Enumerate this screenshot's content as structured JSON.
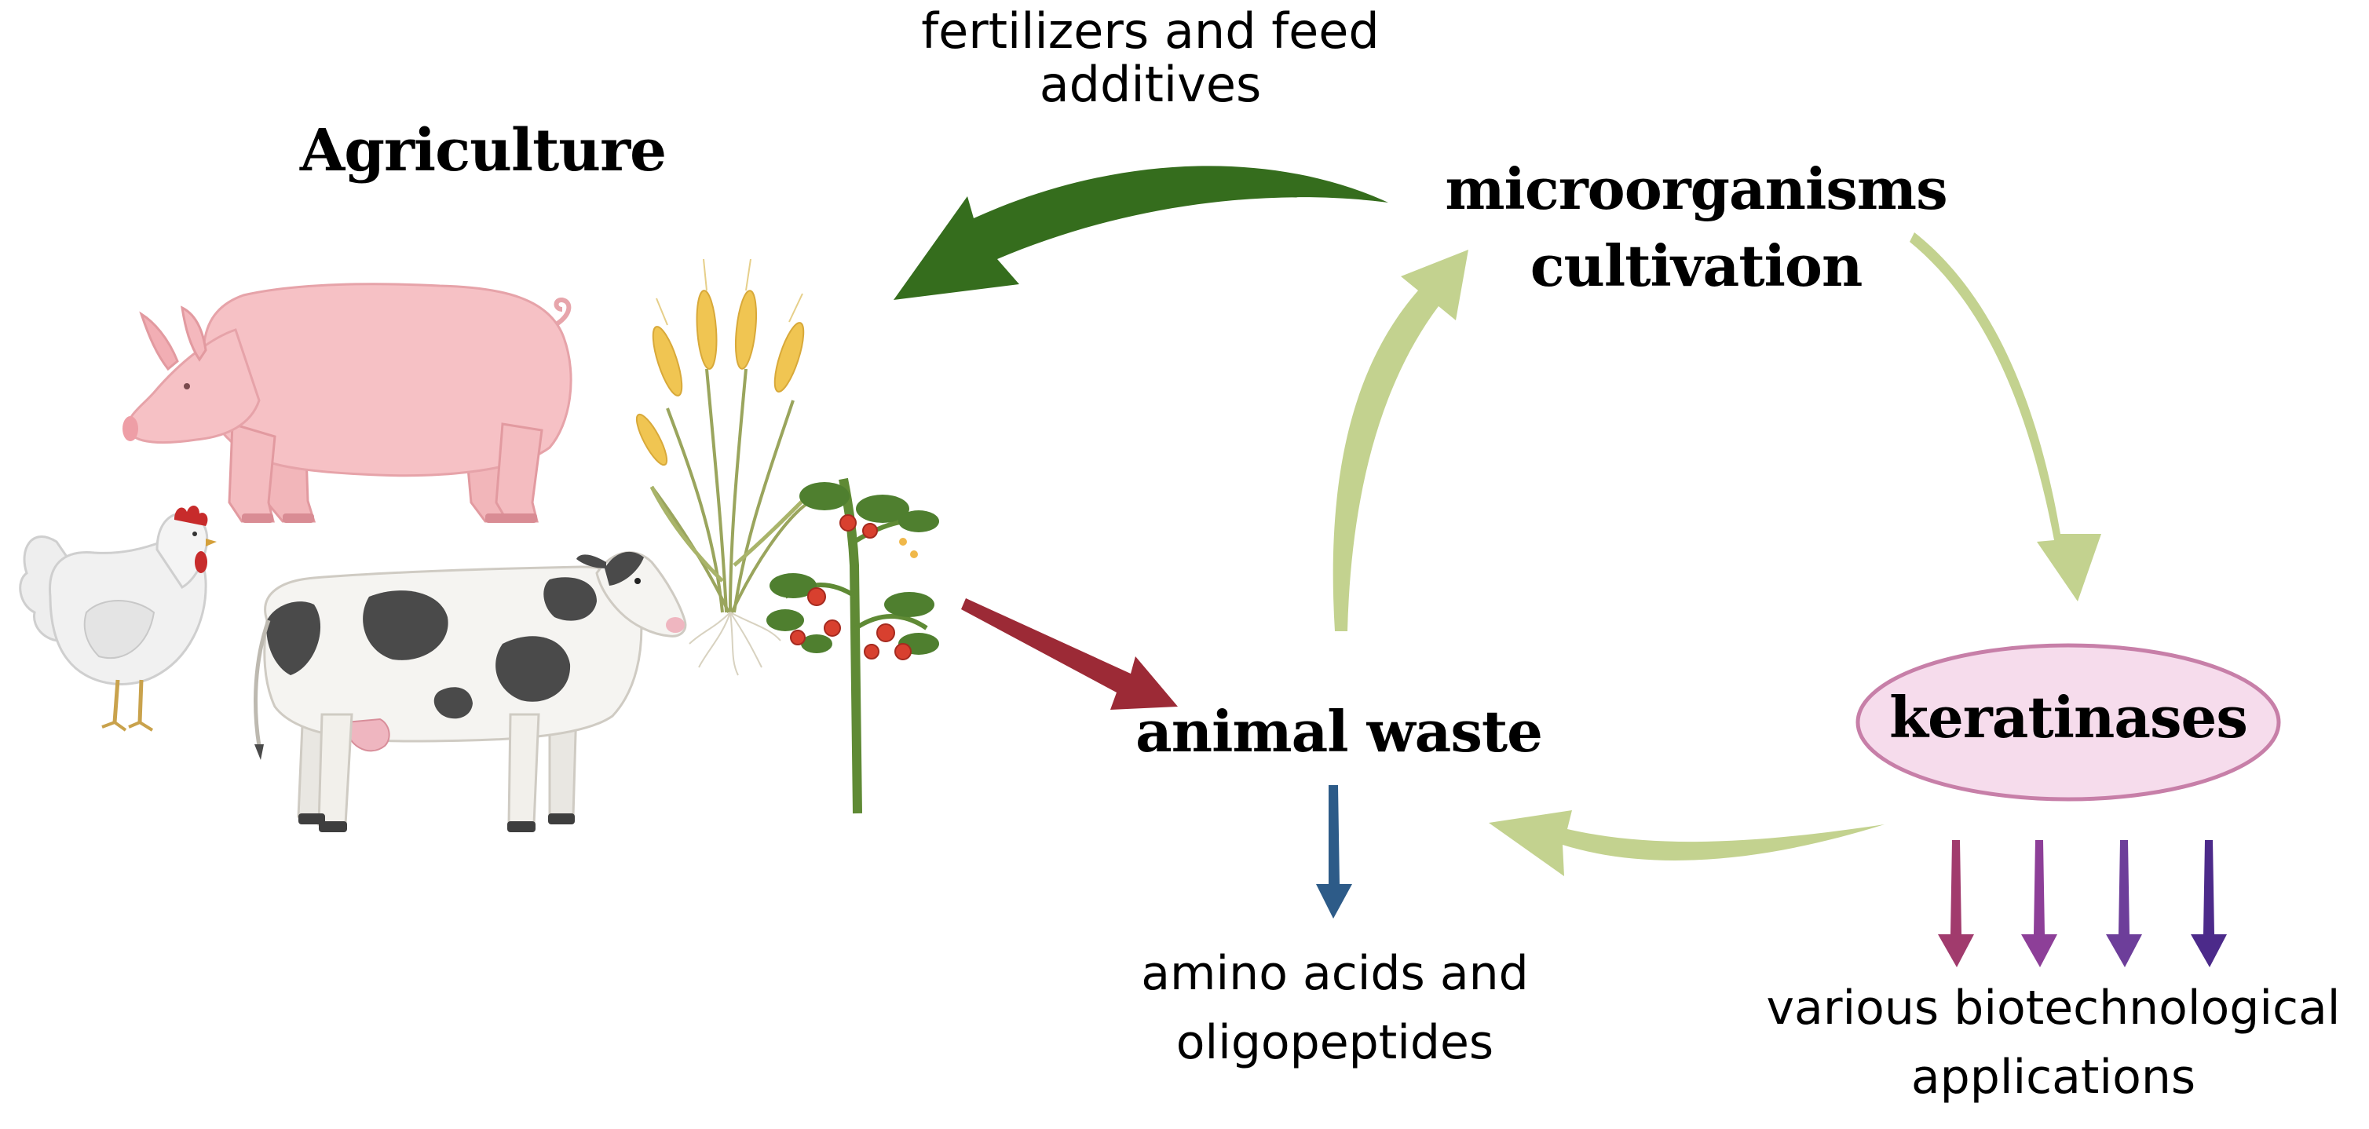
{
  "labels": {
    "agriculture": "Agriculture",
    "fertilizers": [
      "fertilizers and feed",
      "additives"
    ],
    "micro": [
      "microorganisms",
      "cultivation"
    ],
    "keratinases": "keratinases",
    "animal_waste": "animal waste",
    "amino": [
      "amino acids and",
      "oligopeptides"
    ],
    "biotech": [
      "various biotechnological",
      "applications"
    ]
  },
  "icons": [
    "pig-icon",
    "chicken-icon",
    "cow-icon",
    "wheat-icon",
    "tomato-plant-icon"
  ],
  "colors": {
    "dark_green_arrow": "#356d1d",
    "light_green_arrow": "#c3d28f",
    "red_arrow": "#9c2a36",
    "blue_arrow": "#2d5b88",
    "keratinase_fill": "#f6dcec",
    "keratinase_stroke": "#c77fa8",
    "purple_arrows": [
      "#a13b6d",
      "#8d3f98",
      "#6d3e9a",
      "#4c2a8a"
    ]
  }
}
